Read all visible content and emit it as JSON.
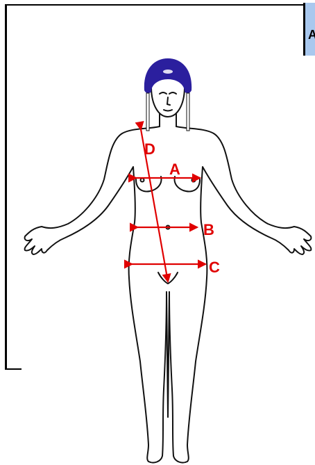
{
  "tab": {
    "label": "A"
  },
  "labels": {
    "a": "A",
    "b": "B",
    "c": "C",
    "d": "D"
  },
  "colors": {
    "measure": "#e00000",
    "cap": "#2b1f9e",
    "outline": "#111111",
    "tab": "#a9c8ee"
  },
  "icons": {
    "cap": "swim-cap-icon"
  }
}
